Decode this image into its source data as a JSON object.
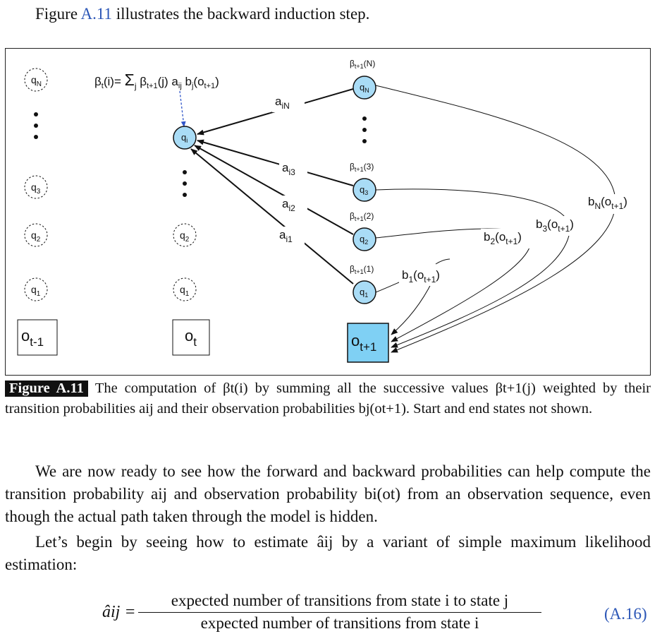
{
  "lead": {
    "before": "Figure ",
    "ref": "A.11",
    "after": " illustrates the backward induction step."
  },
  "figure": {
    "col_prev": {
      "states": [
        "q",
        "q",
        "q",
        "q"
      ],
      "subs": [
        "N",
        "3",
        "2",
        "1"
      ],
      "obs": "o",
      "obs_sub": "t-1"
    },
    "col_t": {
      "qi": "q",
      "qi_sub": "i",
      "states": [
        "q",
        "q"
      ],
      "subs": [
        "2",
        "1"
      ],
      "obs": "o",
      "obs_sub": "t"
    },
    "col_next": {
      "states": [
        "q",
        "q",
        "q",
        "q"
      ],
      "subs": [
        "N",
        "3",
        "2",
        "1"
      ],
      "obs": "o",
      "obs_sub": "t+1"
    },
    "beta_next": {
      "prefix": "β",
      "subs": [
        "t+1",
        "t+1",
        "t+1",
        "t+1"
      ],
      "args": [
        "(N)",
        "(3)",
        "(2)",
        "(1)"
      ]
    },
    "formula": {
      "lhs": "β",
      "lhs_sub": "t",
      "lhs_arg": "(i)= ",
      "sigma": "Σ",
      "sigma_sub": "j",
      "beta": " β",
      "beta_sub": "t+1",
      "beta_arg": "(j) a",
      "a_sub": "ij",
      "b": "  b",
      "b_sub": "j",
      "b_arg_open": "(o",
      "b_arg_sub": "t+1",
      "b_arg_close": ")"
    },
    "transitions": {
      "prefix": "a",
      "subs": [
        "iN",
        "i3",
        "i2",
        "i1"
      ]
    },
    "emissions": {
      "prefix": "b",
      "subs": [
        "N",
        "3",
        "2",
        "1"
      ],
      "arg_open": "(o",
      "arg_sub": "t+1",
      "arg_close": ")"
    },
    "colors": {
      "state_fill": "#a9dcf6",
      "obs_fill": "#7fd0f4",
      "dashed_arrow": "#2f55c9"
    }
  },
  "caption": {
    "tag": "Figure A.11",
    "text": "The computation of βt(i) by summing all the successive values βt+1(j) weighted by their transition probabilities aij and their observation probabilities bj(ot+1). Start and end states not shown."
  },
  "paragraph1": "We are now ready to see how the forward and backward probabilities can help compute the transition probability aij and observation probability bi(ot) from an observation sequence, even though the actual path taken through the model is hidden.",
  "paragraph2": "Let’s begin by seeing how to estimate âij by a variant of simple maximum likelihood estimation:",
  "equation": {
    "lhs": "âij =",
    "numerator": "expected number of transitions from state i to state j",
    "denominator": "expected number of transitions from state i",
    "number": "(A.16)"
  }
}
